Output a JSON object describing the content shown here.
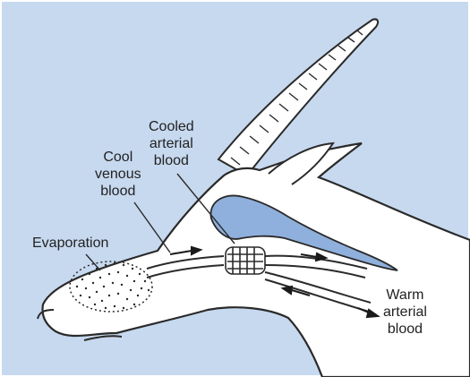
{
  "colors": {
    "background": "#c7d9ef",
    "head_fill": "#ffffff",
    "outline": "#2a2a2a",
    "venous_sinus": "#8fb0dc"
  },
  "labels": {
    "cooled_arterial": [
      "Cooled",
      "arterial",
      "blood"
    ],
    "cool_venous": [
      "Cool",
      "venous",
      "blood"
    ],
    "evaporation": "Evaporation",
    "warm_arterial": [
      "Warm",
      "arterial",
      "blood"
    ]
  }
}
